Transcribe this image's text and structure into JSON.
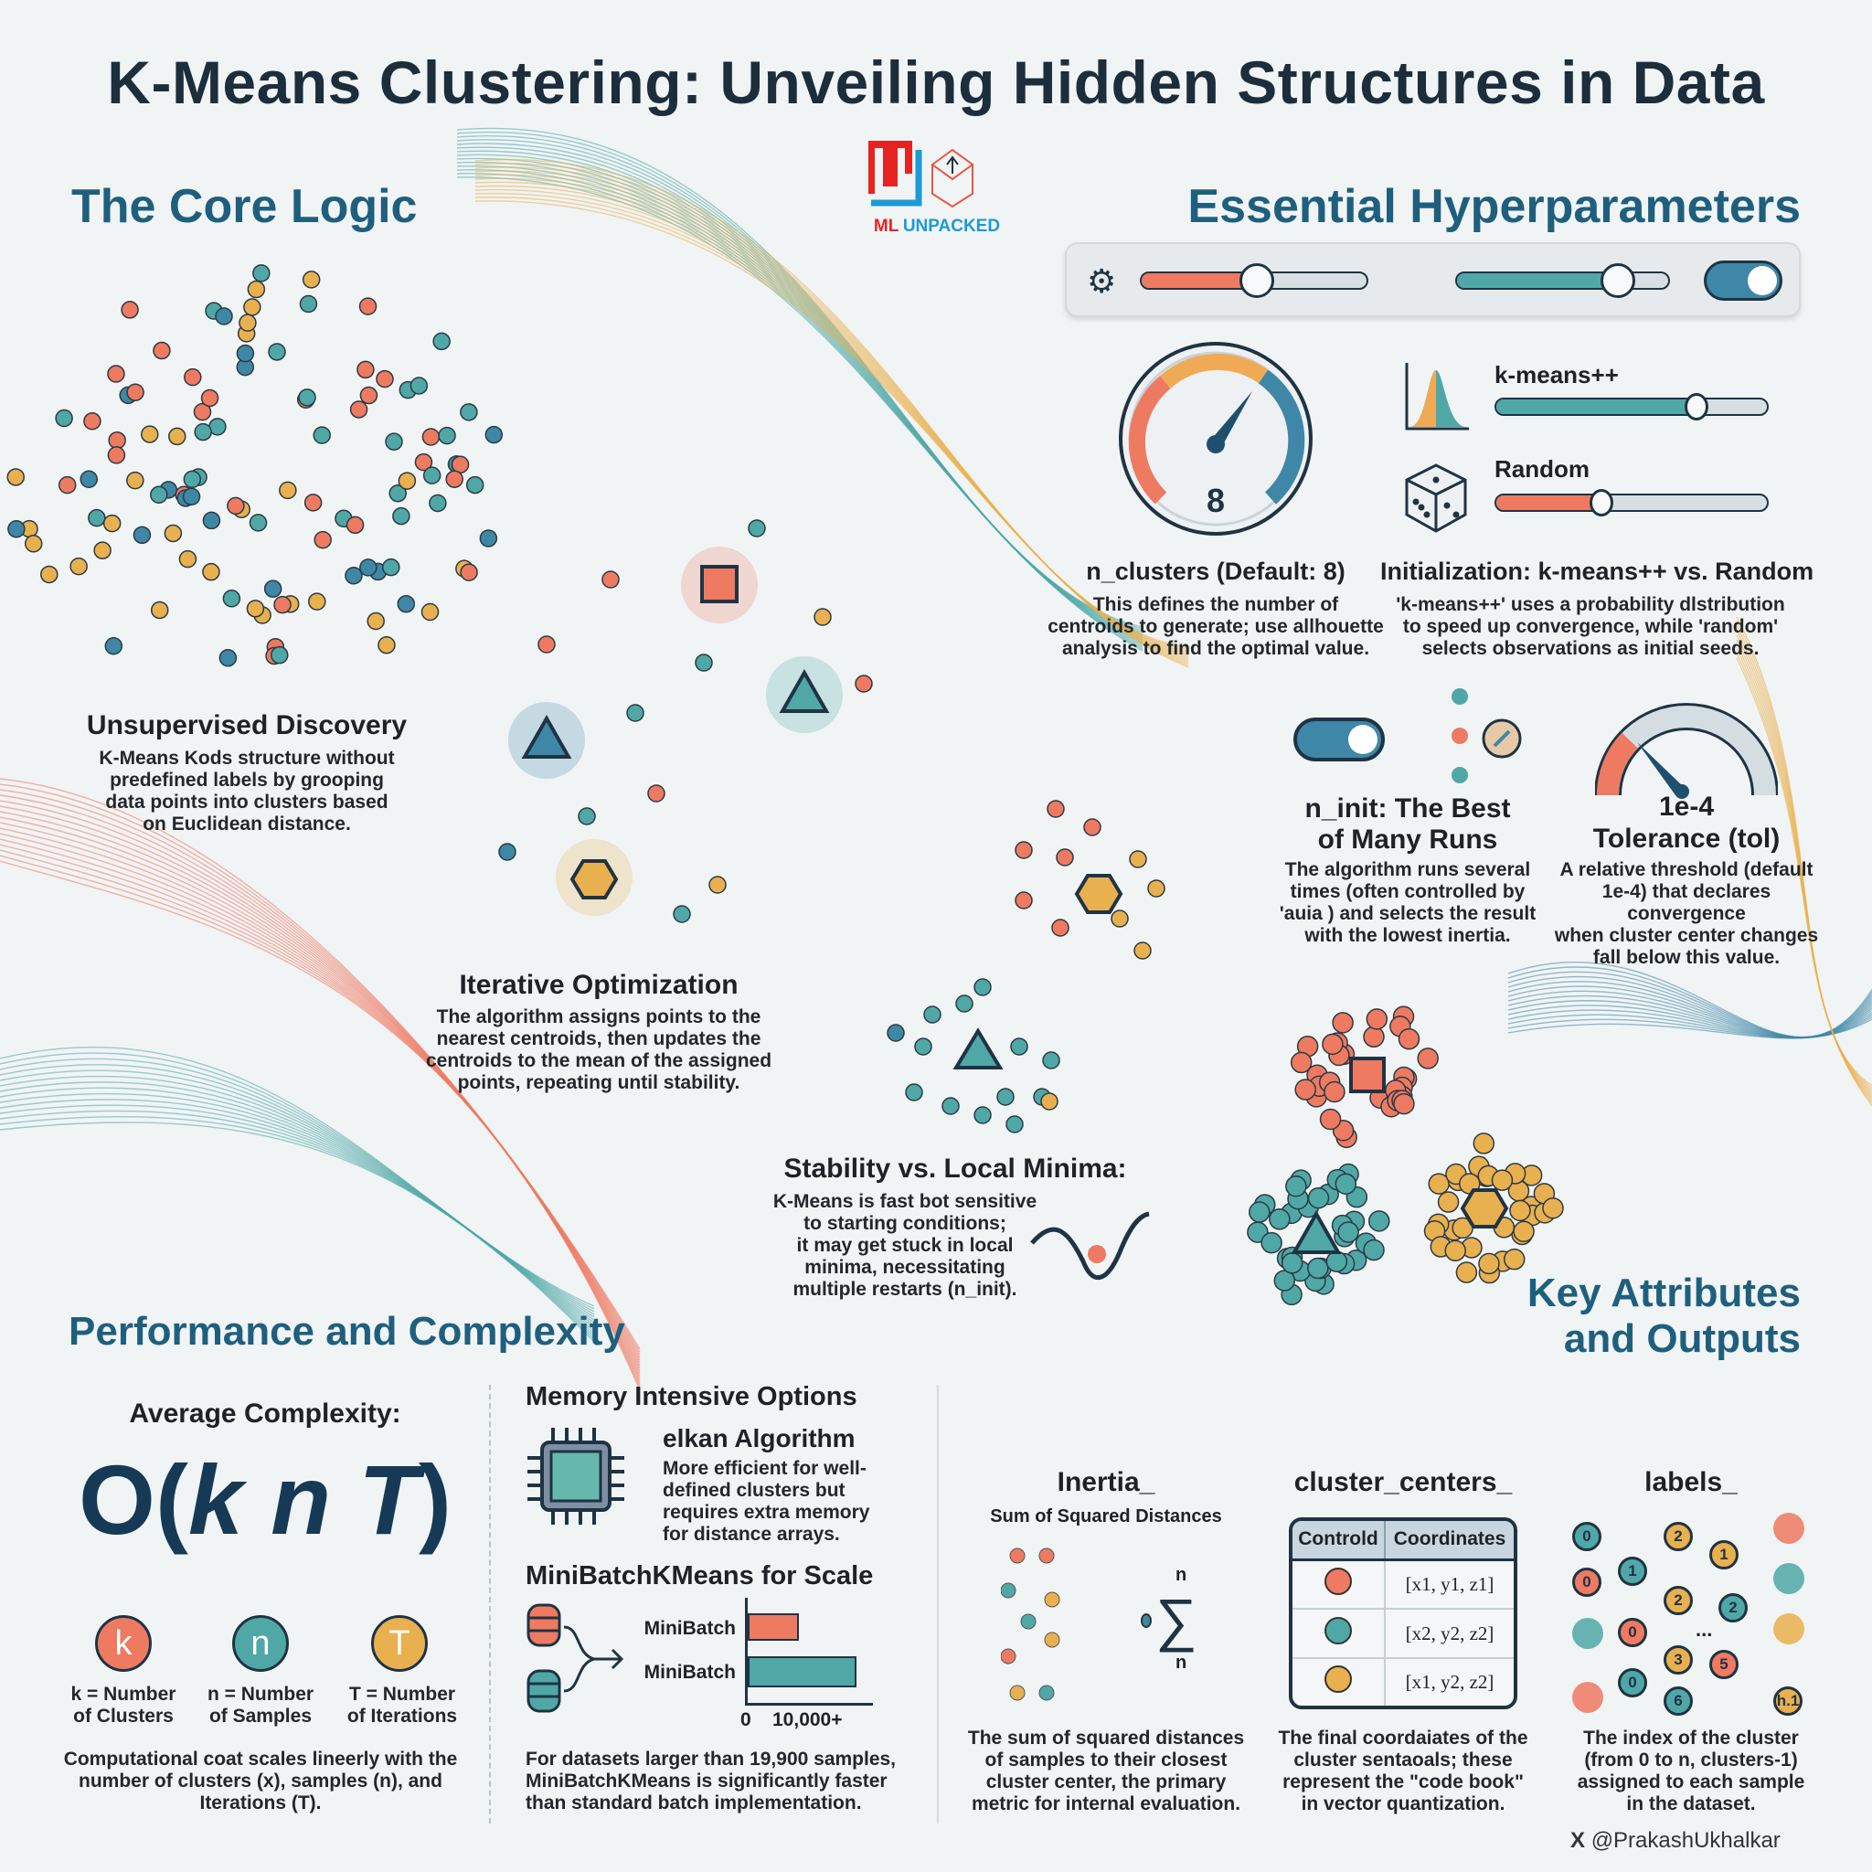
{
  "title": "K-Means Clustering: Unveiling Hidden Structures in Data",
  "logo": {
    "part1": "ML",
    "part2": "UNPACKED"
  },
  "colors": {
    "coral": "#ee7a62",
    "teal": "#4fa8a6",
    "gold": "#e9b04f",
    "navy": "#1f3344",
    "blue": "#1f5f7e",
    "steel": "#3f87a6"
  },
  "core_logic": {
    "heading": "The Core Logic",
    "unsupervised": {
      "title": "Unsupervised Discovery",
      "text": "K-Means Kods structure without\npredefined labels by grooping\ndata points into clusters based\non Euclidean distance."
    },
    "iterative": {
      "title": "Iterative Optimization",
      "text": "The algorithm assigns points to the\nnearest centroids, then updates the\ncentroids to the mean of the assigned\npoints, repeating until stability."
    },
    "stability": {
      "title": "Stability vs. Local Minima:",
      "text": "K-Means is fast bot sensitive\nto starting conditions;\nit may get stuck in local\nminima, necessitating\nmultiple restarts (n_init)."
    }
  },
  "hyperparameters": {
    "heading": "Essential Hyperparameters",
    "sliders": [
      {
        "value": 0.5
      },
      {
        "value": 0.75
      }
    ],
    "toggle_on": true,
    "n_clusters": {
      "gauge_value": "8",
      "title": "n_clusters (Default: 8)",
      "text": "This defines the number of\ncentroids to generate; use allhouette\nanalysis to find the optimal value."
    },
    "init": {
      "option1": "k-means++",
      "option1_value": 0.75,
      "option2": "Random",
      "option2_value": 0.4,
      "title": "Initialization: k-means++ vs. Random",
      "text": "'k-means++' uses a probability dlstribution\nto speed up convergence, while 'random'\nselects observations as initial seeds."
    },
    "n_init": {
      "title": "n_init: The Best\nof Many Runs",
      "text": "The algorithm runs several\ntimes (often controlled by\n'auia ) and selects the result\nwith the lowest inertia."
    },
    "tol": {
      "value": "1e-4",
      "title": "Tolerance (tol)",
      "text": "A relative threshold (default\n1e-4) that declares convergence\nwhen cluster center changes\nfall below this value."
    }
  },
  "performance": {
    "heading": "Performance and Complexity",
    "avg_label": "Average Complexity:",
    "formula": {
      "o": "O(",
      "k": "k",
      "n": "n",
      "t": "T",
      "close": ")"
    },
    "vars": [
      {
        "symbol": "k",
        "label": "k = Number\nof Clusters"
      },
      {
        "symbol": "n",
        "label": "n = Number\nof Samples"
      },
      {
        "symbol": "T",
        "label": "T = Number\nof Iterations"
      }
    ],
    "complexity_text": "Computational coat scales lineerly with the\nnumber of clusters (x), samples (n), and\nIterations (T).",
    "memory_heading": "Memory Intensive Options",
    "elkan": {
      "title": "elkan Algorithm",
      "text": "More efficient for well-\ndefined clusters but\nrequires extra memory\nfor distance arrays."
    },
    "minibatch_heading": "MiniBatchKMeans for Scale",
    "minibatch_chart": {
      "bars": [
        {
          "label": "MiniBatch",
          "value": 0.45
        },
        {
          "label": "MiniBatch",
          "value": 0.95
        }
      ],
      "axis_min": "0",
      "axis_max": "10,000+"
    },
    "minibatch_text": "For datasets larger than 19,900 samples,\nMiniBatchKMeans is significantly faster\nthan standard batch implementation."
  },
  "attributes": {
    "heading_line1": "Key Attributes",
    "heading_line2": "and Outputs",
    "inertia": {
      "title": "Inertia_",
      "subtitle": "Sum of Squared Distances",
      "sigma": "∑",
      "sup": "n",
      "sub": "n",
      "text": "The sum of squared distances\nof samples to their closest\ncluster center, the primary\nmetric for internal evaluation."
    },
    "centers": {
      "title": "cluster_centers_",
      "col1": "Controld",
      "col2": "Coordinates",
      "rows": [
        {
          "color": "#ee7a62",
          "coords": "[x1, y1, z1]"
        },
        {
          "color": "#4fa8a6",
          "coords": "[x2, y2, z2]"
        },
        {
          "color": "#e9b04f",
          "coords": "[x1, y2, z2]"
        }
      ],
      "text": "The final coordaiates of the\ncluster sentaoals; these\nrepresent the \"code book\"\nin vector quantization."
    },
    "labels": {
      "title": "labels_",
      "values": [
        "0",
        "2",
        "1",
        "0",
        "1",
        "2",
        "2",
        "0",
        "3",
        "5",
        "0",
        "6",
        "h.1"
      ],
      "ellipsis": "...",
      "text": "The index of the cluster\n(from 0 to n, clusters-1)\nassigned to each sample\nin the dataset."
    }
  },
  "credit": {
    "icon": "X",
    "handle": "@PrakashUkhalkar"
  }
}
